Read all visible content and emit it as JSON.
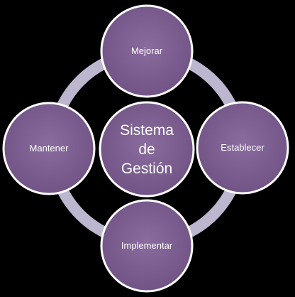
{
  "diagram": {
    "nodes": {
      "top": "Mejorar",
      "right": "Establecer",
      "bottom": "Implementar",
      "left": "Mantener"
    },
    "center": {
      "line1": "Sistema",
      "line2": "de",
      "line3": "Gestión"
    }
  },
  "colors": {
    "background": "#000000",
    "ring": "#bdb6cf",
    "node_fill": "#7d5f91",
    "node_border": "#ffffff",
    "text": "#ffffff"
  }
}
